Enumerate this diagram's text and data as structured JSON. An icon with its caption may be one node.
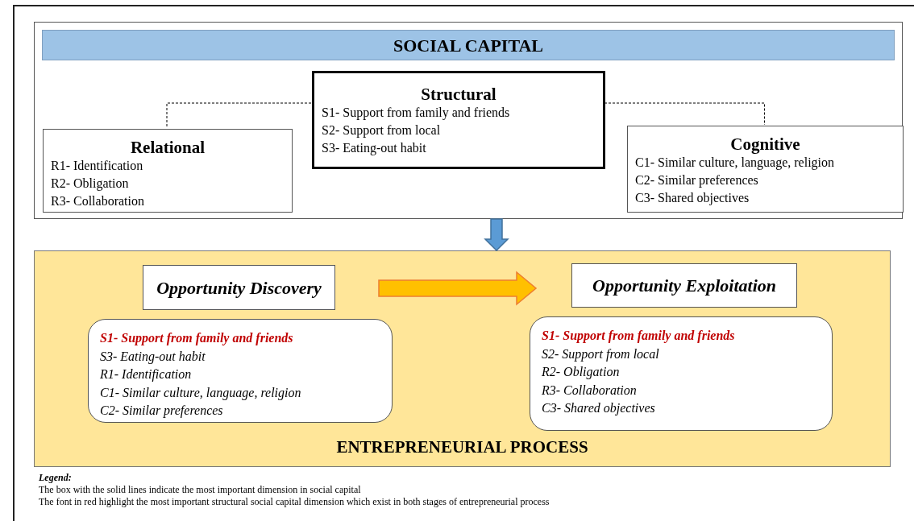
{
  "diagram": {
    "nodes": [
      {
        "text": [
          "SOCIAL CAPITAL"
        ]
      },
      {
        "text": [
          "Structural",
          "S1- Support from family and friends",
          "S2- Support from local",
          "S3- Eating-out habit"
        ],
        "in": 0
      },
      {
        "text": [
          "Relational",
          "R1- Identification",
          "R2- Obligation",
          "R3- Collaboration"
        ],
        "in": 0
      },
      {
        "text": [
          "Cognitive",
          "C1- Similar culture, language, religion",
          "C2- Similar preferences",
          "C3- Shared objectives"
        ],
        "in": 0
      },
      {
        "text": [
          "ENTREPRENEURIAL PROCESS"
        ]
      },
      {
        "text": [
          "Opportunity Discovery"
        ],
        "in": 4
      },
      {
        "text": [
          "**S1- Support from family and friends**",
          "S3- Eating-out habit",
          "R1- Identification",
          "C1- Similar culture, language, religion",
          "C2- Similar preferences"
        ],
        "in": 4
      },
      {
        "text": [
          "Opportunity Exploitation"
        ],
        "in": 4
      },
      {
        "text": [
          "**S1- Support from family and friends**",
          "S2- Support from local",
          "R2- Obligation",
          "R3- Collaboration",
          "C3- Shared objectives"
        ],
        "in": 4
      }
    ],
    "edges": [
      {
        "from": 1,
        "to": 2,
        "arrow": "none",
        "style": "dashed"
      },
      {
        "from": 1,
        "to": 3,
        "arrow": "none",
        "style": "dashed"
      },
      {
        "from": 0,
        "to": 4,
        "arrow": "to",
        "style": "thick",
        "color": "#5b9bd5"
      },
      {
        "from": 5,
        "to": 7,
        "arrow": "to",
        "style": "thick",
        "color": "#ffc000"
      }
    ],
    "labels": [
      "Legend:"
    ],
    "legend": [
      {
        "text": "The box with the solid lines indicate the most important dimension in social capital"
      },
      {
        "text": "The font in red highlight the most important structural social capital dimension which exist in both stages of entrepreneurial process"
      }
    ]
  }
}
